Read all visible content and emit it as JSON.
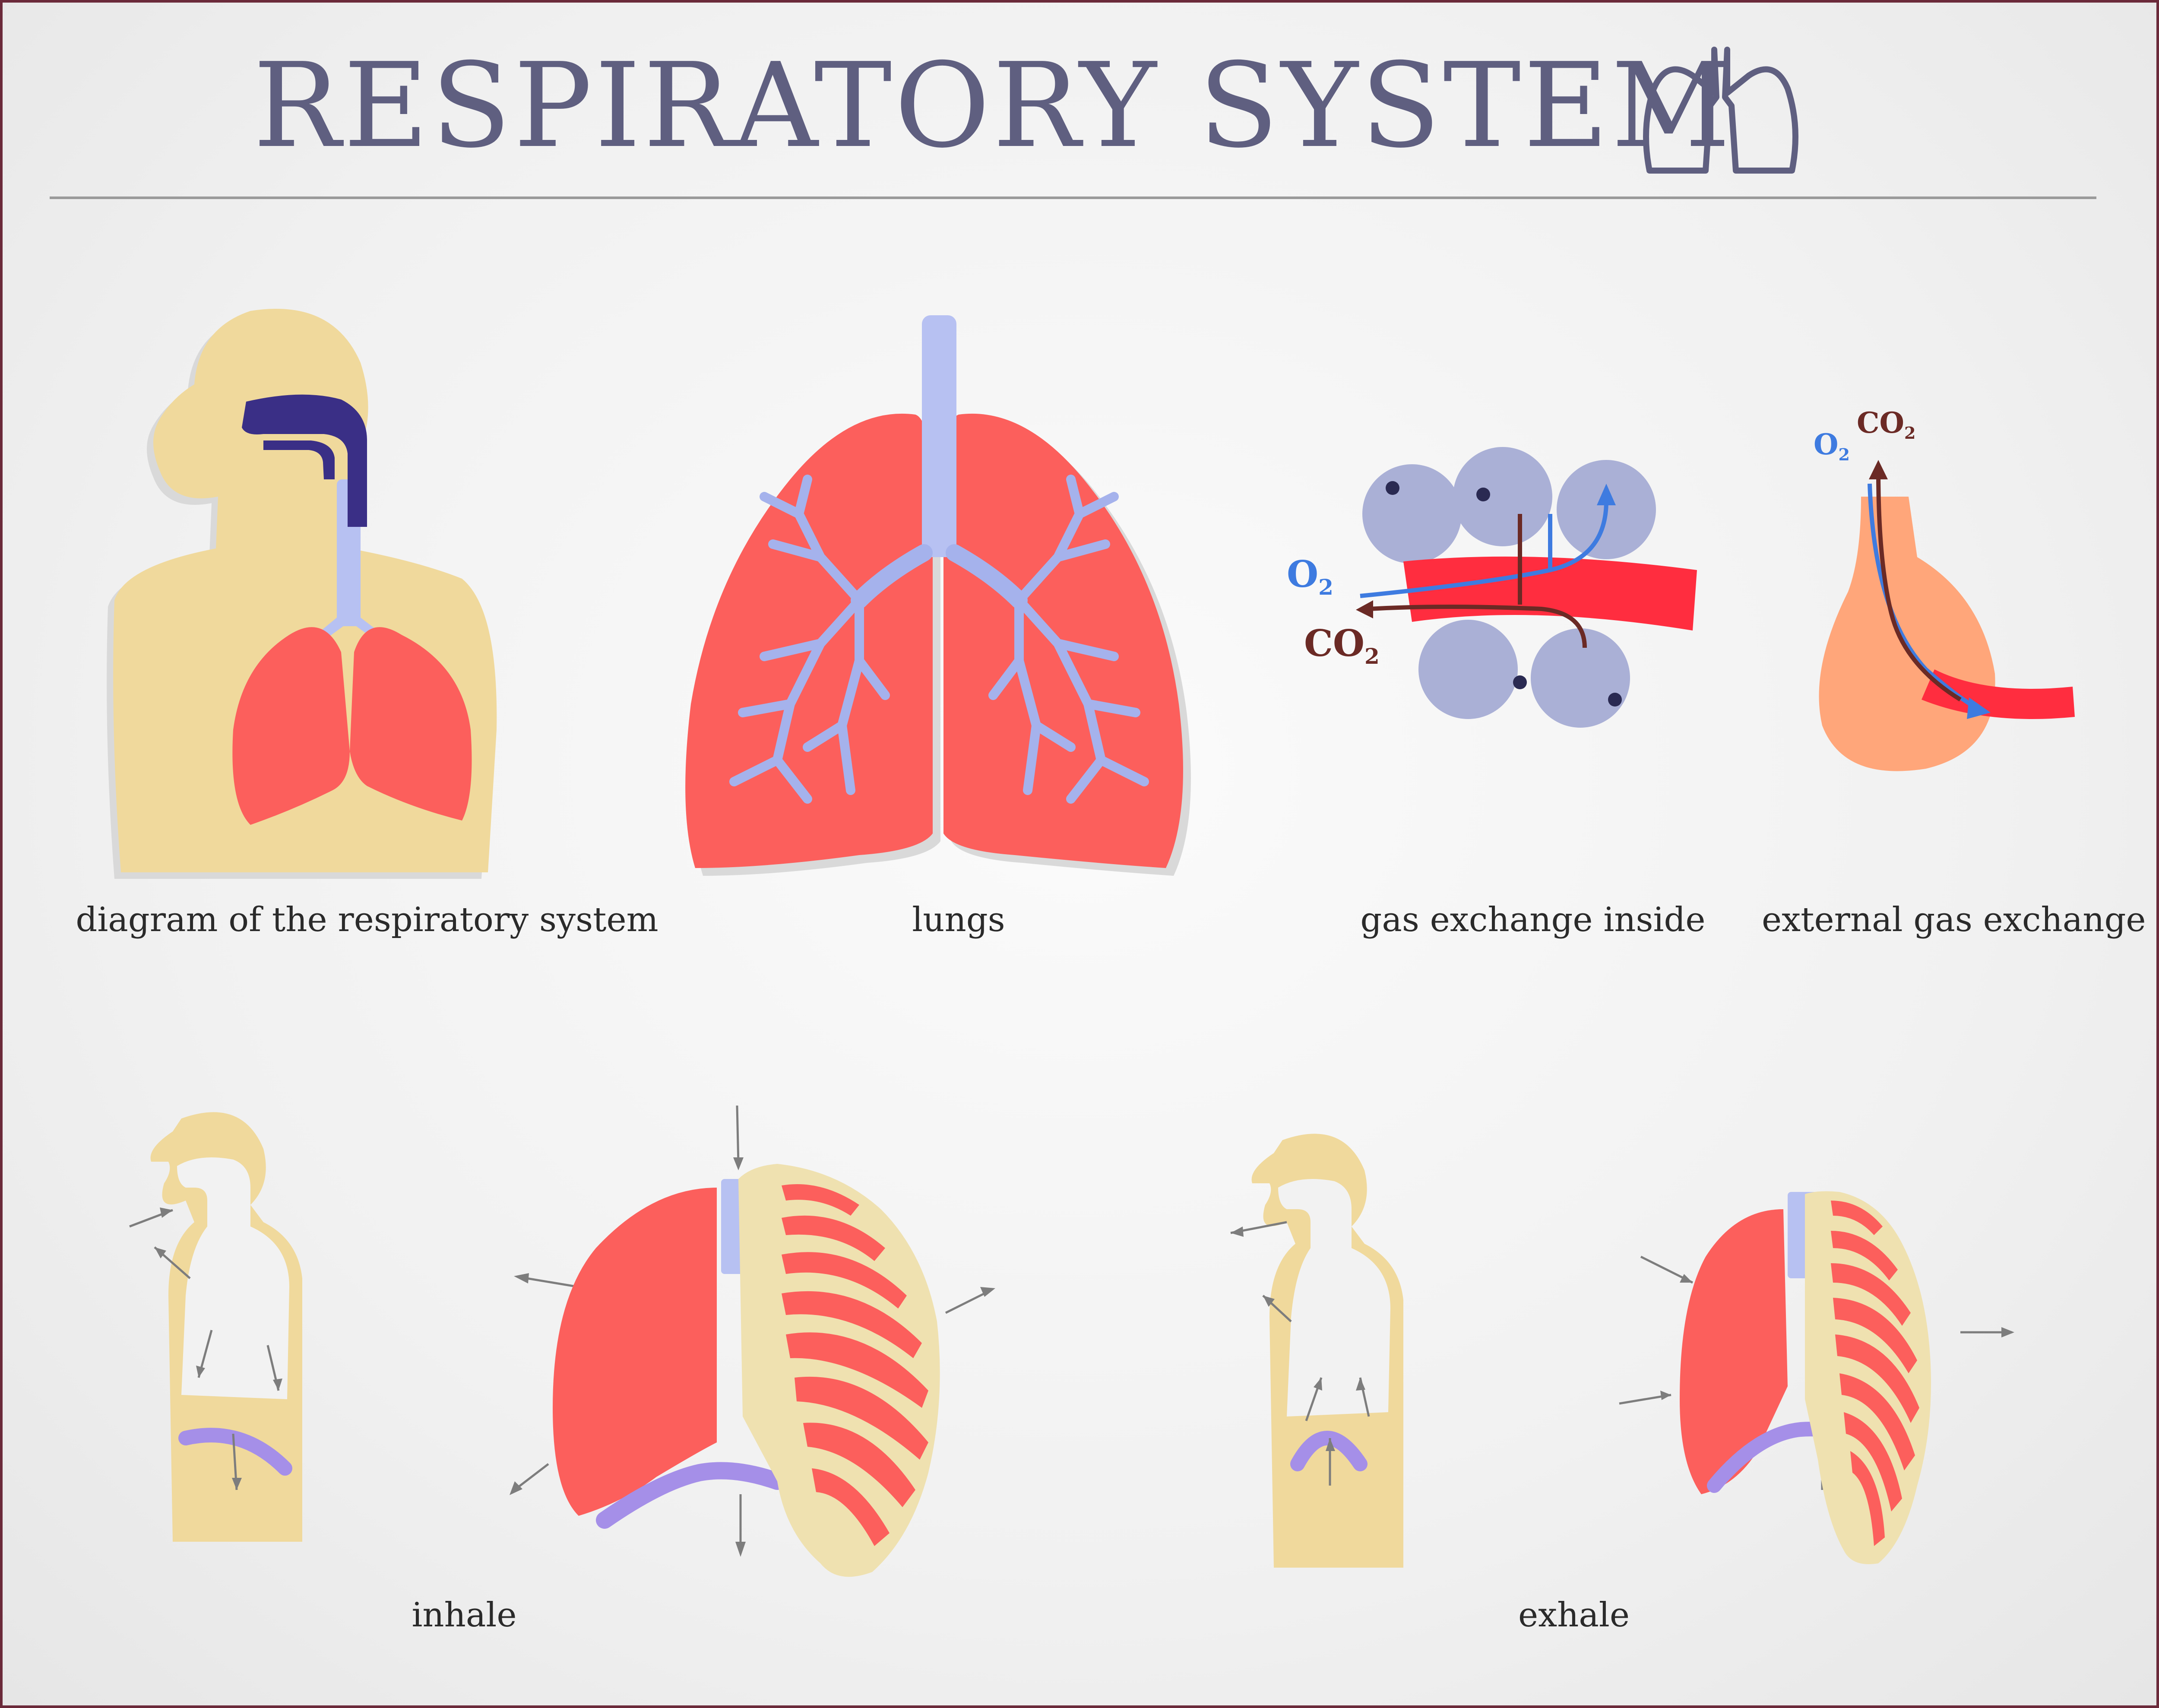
{
  "title": "RESPIRATORY SYSTEM",
  "panels": {
    "diagram_label": "diagram of the respiratory system",
    "lungs_label": "lungs",
    "gas_inside_label": "gas exchange inside",
    "gas_external_label": "external gas exchange",
    "inhale_label": "inhale",
    "exhale_label": "exhale"
  },
  "chem": {
    "o2_main": "O",
    "o2_sub": "2",
    "co2_main": "CO",
    "co2_sub": "2"
  },
  "colors": {
    "title": "#5f5f80",
    "skin": "#f0d99c",
    "lung": "#fc5f5c",
    "airway": "#b7c1f2",
    "bronchi": "#a5b2ec",
    "nasal": "#3a2f86",
    "alveoli": "#aab0d6",
    "vessel": "#ff2d3f",
    "o2_arrow": "#3e7be0",
    "co2_arrow": "#6b2a25",
    "diaphragm": "#a58fe8",
    "ribs": "#efe1b0",
    "sac": "#ffa67a",
    "frame": "#6b2a3a"
  }
}
